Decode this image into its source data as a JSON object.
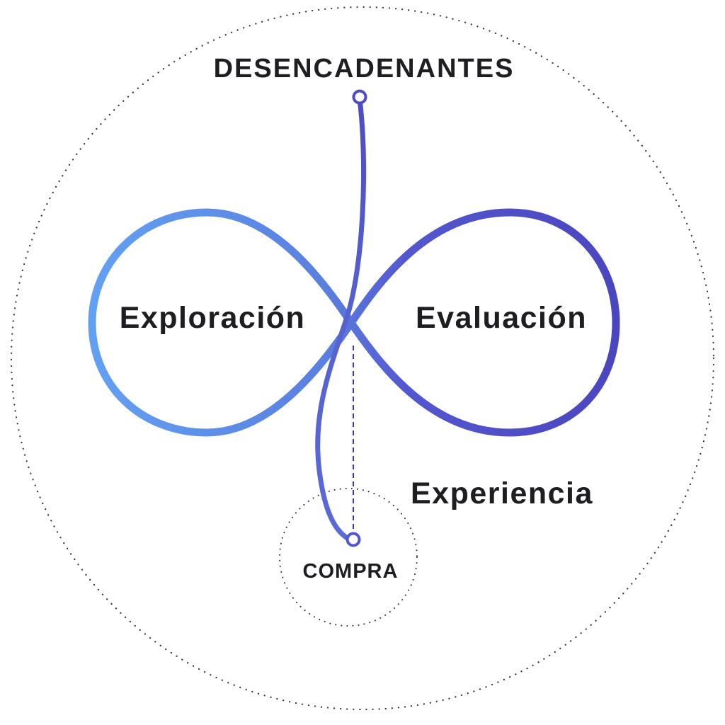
{
  "diagram": {
    "top_label": "DESENCADENANTES",
    "left_loop_label": "Exploración",
    "right_loop_label": "Evaluación",
    "side_label": "Experiencia",
    "bottom_label": "COMPRA"
  },
  "colors": {
    "left_loop": "#5f96ee",
    "right_loop": "#4f48c0",
    "path": "#5555cc",
    "dotted_circle": "#333333",
    "text": "#1e1e22"
  }
}
